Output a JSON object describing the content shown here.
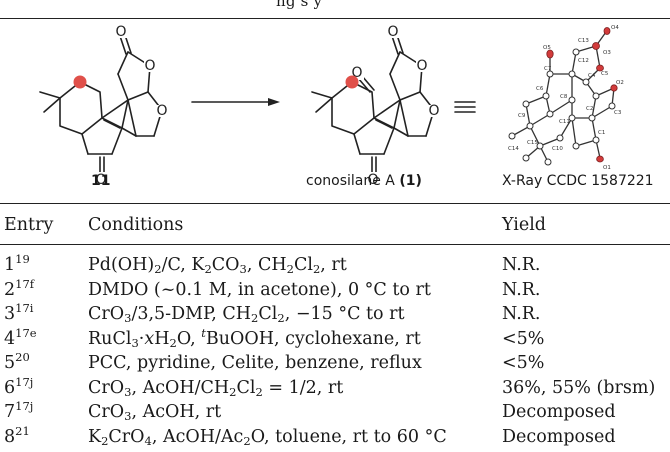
{
  "header_fragment": "ng s y",
  "scheme": {
    "label_left": "11",
    "label_mid_name": "conosilane A",
    "label_mid_num": "(1)",
    "label_right": "X-Ray CCDC 1587221",
    "atoms": {
      "o5": "O5",
      "c13": "C13",
      "o4": "O4",
      "c12": "C12",
      "o3": "O3",
      "c7": "C7",
      "c4": "C4",
      "c5": "C5",
      "c6": "C6",
      "o2": "O2",
      "c8": "C8",
      "c2": "C2",
      "c3": "C3",
      "c9": "C9",
      "c11": "C11",
      "c15": "C15",
      "c10": "C10",
      "c1": "C1",
      "c14": "C14",
      "o1": "O1"
    }
  },
  "table": {
    "headers": {
      "entry": "Entry",
      "conditions": "Conditions",
      "yield": "Yield"
    },
    "rows": [
      {
        "entry": "1",
        "ref": "19"
      },
      {
        "entry": "2",
        "ref": "17f"
      },
      {
        "entry": "3",
        "ref": "17i"
      },
      {
        "entry": "4",
        "ref": "17e"
      },
      {
        "entry": "5",
        "ref": "20"
      },
      {
        "entry": "6",
        "ref": "17j"
      },
      {
        "entry": "7",
        "ref": "17j"
      },
      {
        "entry": "8",
        "ref": "21"
      }
    ],
    "cond": {
      "r1a": "Pd(OH)",
      "r1b": "2",
      "r1c": "/C, K",
      "r1d": "2",
      "r1e": "CO",
      "r1f": "3",
      "r1g": ", CH",
      "r1h": "2",
      "r1i": "Cl",
      "r1j": "2",
      "r1k": ", rt",
      "r2a": "DMDO (~0.1 M, in acetone), 0 °C to rt",
      "r3a": "CrO",
      "r3b": "3",
      "r3c": "/3,5-DMP, CH",
      "r3d": "2",
      "r3e": "Cl",
      "r3f": "2",
      "r3g": ", −15 °C to rt",
      "r4a": "RuCl",
      "r4b": "3",
      "r4c": "·",
      "r4d": "x",
      "r4e": "H",
      "r4f": "2",
      "r4g": "O, ",
      "r4h": "t",
      "r4i": "BuOOH, cyclohexane, rt",
      "r5a": "PCC, pyridine, Celite, benzene, reflux",
      "r6a": "CrO",
      "r6b": "3",
      "r6c": ", AcOH/CH",
      "r6d": "2",
      "r6e": "Cl",
      "r6f": "2",
      "r6g": " = 1/2, rt",
      "r7a": "CrO",
      "r7b": "3",
      "r7c": ", AcOH, rt",
      "r8a": "K",
      "r8b": "2",
      "r8c": "CrO",
      "r8d": "4",
      "r8e": ", AcOH/Ac",
      "r8f": "2",
      "r8g": "O, toluene, rt to 60 °C"
    },
    "yields": [
      "N.R.",
      "N.R.",
      "N.R.",
      "<5%",
      "<5%",
      "36%, 55% (brsm)",
      "Decomposed",
      "Decomposed"
    ]
  },
  "colors": {
    "rule": "#222222",
    "highlight_atom": "#e0504a",
    "oxygen_atom": "#d23b3b"
  }
}
